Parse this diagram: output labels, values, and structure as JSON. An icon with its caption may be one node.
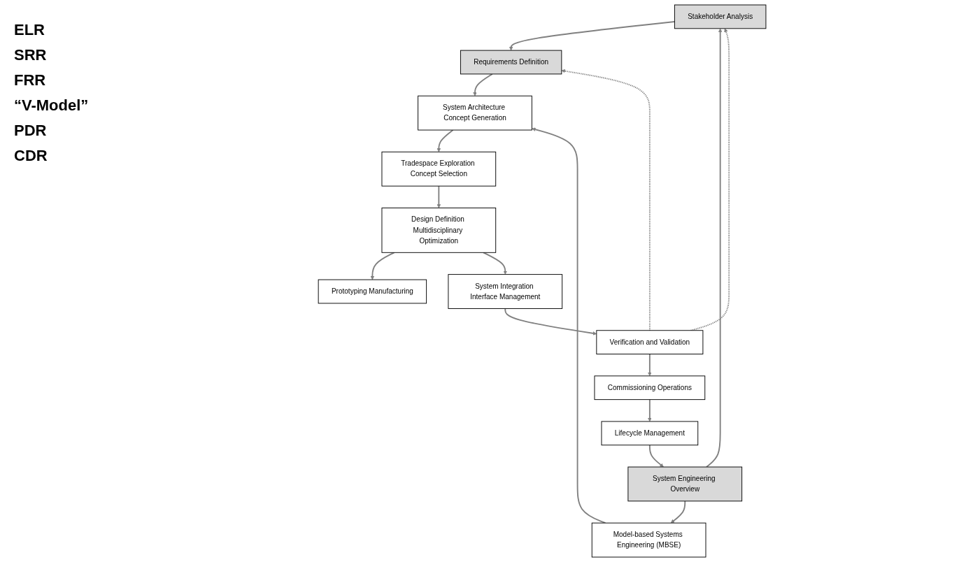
{
  "diagram": {
    "nodes": [
      {
        "text": [
          "Stakeholder Analysis"
        ]
      },
      {
        "text": [
          "System Engineering Overview"
        ]
      },
      {
        "text": [
          "Lifecycle Management"
        ]
      },
      {
        "text": [
          "Requirements Definition"
        ]
      },
      {
        "text": [
          "Model-based Systems Engineering (MBSE)"
        ]
      },
      {
        "text": [
          "Commissioning Operations"
        ]
      },
      {
        "text": [
          "System Architecture Concept Generation"
        ]
      },
      {
        "text": [
          "Verification and Validation"
        ]
      },
      {
        "text": [
          "Tradespace Exploration Concept Selection"
        ]
      },
      {
        "text": [
          "System Integration Interface Management"
        ]
      },
      {
        "text": [
          "Design Definition Multidisciplinary Optimization"
        ]
      },
      {
        "text": [
          "Prototyping Manufacturing"
        ]
      }
    ],
    "edges": [
      {
        "from": 1,
        "to": 0,
        "arrow": "to"
      },
      {
        "from": 2,
        "to": 1,
        "arrow": "to"
      },
      {
        "from": 0,
        "to": 3,
        "arrow": "to"
      },
      {
        "from": 1,
        "to": 4,
        "arrow": "to"
      },
      {
        "from": 3,
        "to": 6,
        "arrow": "to"
      },
      {
        "from": 4,
        "to": 6,
        "arrow": "to"
      },
      {
        "from": 6,
        "to": 8,
        "arrow": "to"
      },
      {
        "from": 8,
        "to": 10,
        "arrow": "to"
      },
      {
        "from": 10,
        "to": 11,
        "arrow": "to"
      },
      {
        "from": 10,
        "to": 9,
        "arrow": "to"
      },
      {
        "from": 9,
        "to": 7,
        "arrow": "to"
      },
      {
        "from": 7,
        "to": 5,
        "arrow": "to"
      },
      {
        "from": 5,
        "to": 2,
        "arrow": "to"
      },
      {
        "from": 7,
        "to": 3,
        "arrow": "to",
        "style": "dashed"
      },
      {
        "from": 7,
        "to": 0,
        "arrow": "to",
        "style": "dashed"
      }
    ],
    "labels": [
      "ELR",
      "SRR",
      "FRR",
      "“V-Model”",
      "PDR",
      "CDR"
    ]
  }
}
